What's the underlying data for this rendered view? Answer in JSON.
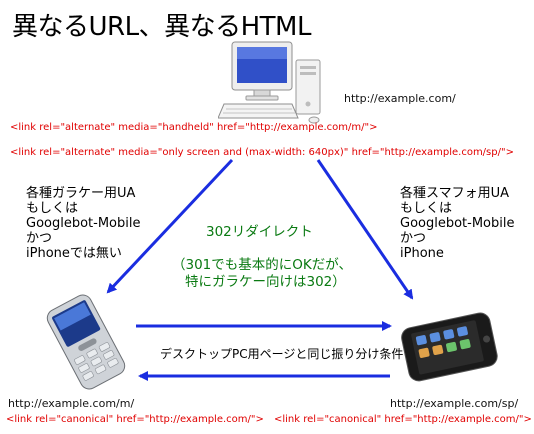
{
  "title": "異なるURL、異なるHTML",
  "pc": {
    "url": "http://example.com/"
  },
  "alternate_links": {
    "handheld": "<link rel=\"alternate\" media=\"handheld\" href=\"http://example.com/m/\">",
    "smartphone": "<link rel=\"alternate\" media=\"only screen and (max-width: 640px)\" href=\"http://example.com/sp/\">"
  },
  "feature_phone": {
    "condition": "各種ガラケー用UA\nもしくは\nGooglebot-Mobile\nかつ\niPhoneでは無い",
    "url": "http://example.com/m/",
    "canonical": "<link rel=\"canonical\" href=\"http://example.com/\">"
  },
  "smartphone": {
    "condition": "各種スマフォ用UA\nもしくは\nGooglebot-Mobile\nかつ\niPhone",
    "url": "http://example.com/sp/",
    "canonical": "<link rel=\"canonical\" href=\"http://example.com/\">"
  },
  "redirect": {
    "label": "302リダイレクト",
    "note_line1": "（301でも基本的にOKだが、",
    "note_line2": "特にガラケー向けは302）"
  },
  "same_rule_label": "デスクトップPC用ページと同じ振り分け条件",
  "colors": {
    "arrow": "#1a2de0",
    "code": "#e00000",
    "green": "#0a7a12"
  }
}
